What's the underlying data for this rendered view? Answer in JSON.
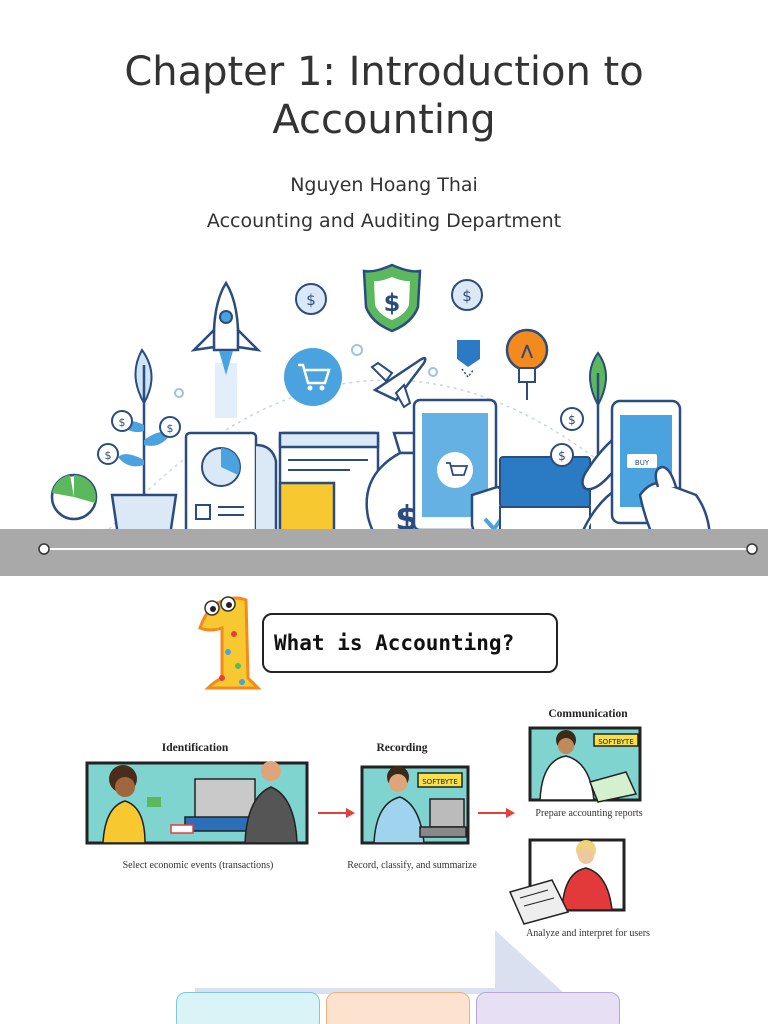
{
  "slide1": {
    "title_line1": "Chapter 1: Introduction to",
    "title_line2": "Accounting",
    "author": "Nguyen Hoang Thai",
    "department": "Accounting and Auditing Department",
    "icons": {
      "dollar": "$",
      "buy": "BUY"
    }
  },
  "slide2": {
    "question": "What is Accounting?",
    "steps": {
      "identification": {
        "label": "Identification",
        "caption": "Select economic events (transactions)"
      },
      "recording": {
        "label": "Recording",
        "caption": "Record, classify, and summarize"
      },
      "communication": {
        "label": "Communication",
        "caption_reports": "Prepare accounting reports",
        "caption_users": "Analyze and interpret for users"
      }
    },
    "brand": "SOFTBYTE"
  },
  "colors": {
    "blue": "#4aa3df",
    "navy": "#2b4c7e",
    "yellow": "#f7c830",
    "orange": "#f28a1e",
    "green": "#5cb85c",
    "gray_bar": "#a9a9a9"
  }
}
